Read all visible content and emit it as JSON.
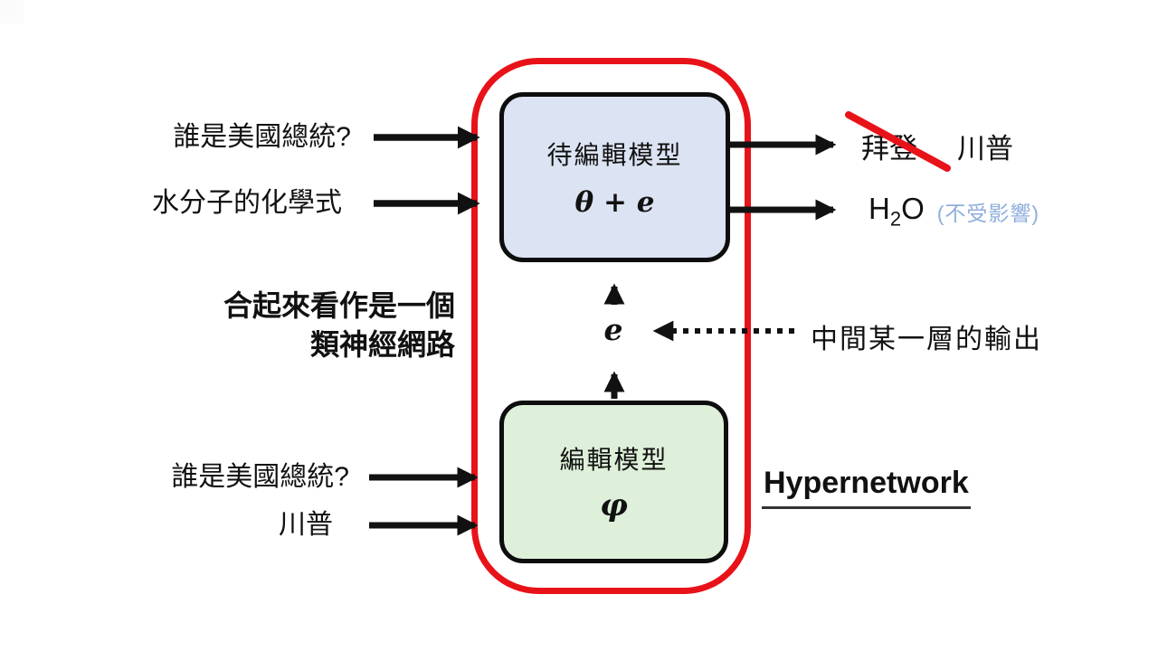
{
  "colors": {
    "red": "#e81219",
    "box_blue_fill": "#dce3f2",
    "box_green_fill": "#def0d9",
    "light_blue_text": "#8faedc",
    "line_black": "#111111"
  },
  "inputs_top": [
    {
      "label": "誰是美國總統?"
    },
    {
      "label": "水分子的化學式"
    }
  ],
  "edited_model_box": {
    "title": "待編輯模型",
    "formula": "θ + e"
  },
  "outputs": {
    "crossed_answer": "拜登",
    "new_answer": "川普",
    "formula_h": "H",
    "formula_sub": "2",
    "formula_o": "O",
    "unaffected_note": "(不受影響)"
  },
  "combined_note": {
    "line1": "合起來看作是一個",
    "line2": "類神經網路"
  },
  "edit_vector": {
    "symbol": "e",
    "source_label": "中間某一層的輸出"
  },
  "editor_model_box": {
    "title": "編輯模型",
    "formula": "φ"
  },
  "inputs_bottom": [
    {
      "label": "誰是美國總統?"
    },
    {
      "label": "川普"
    }
  ],
  "hypernetwork_label": "Hypernetwork"
}
